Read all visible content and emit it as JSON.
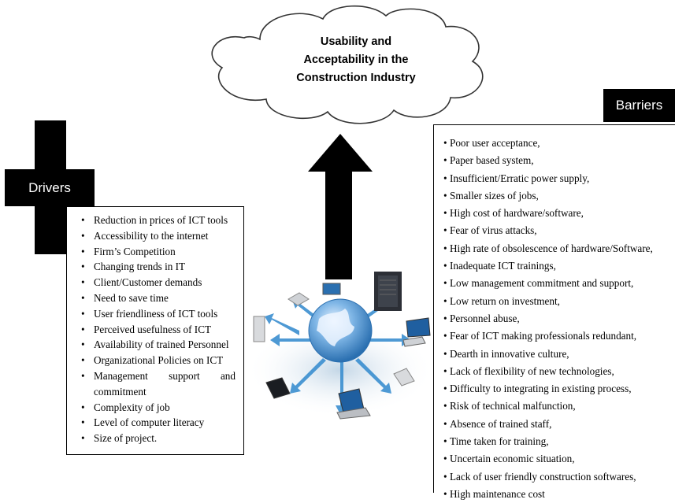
{
  "cloud": {
    "title_lines": [
      "Usability and",
      "Acceptability in the",
      "Construction Industry"
    ]
  },
  "drivers": {
    "label": "Drivers",
    "items": [
      "Reduction in prices of ICT tools",
      "Accessibility to the internet",
      "Firm’s Competition",
      "Changing trends in IT",
      "Client/Customer demands",
      "Need to save time",
      "User friendliness of ICT tools",
      "Perceived usefulness of ICT",
      "Availability of trained Personnel",
      "Organizational Policies on ICT",
      "Management support and",
      "commitment",
      "Complexity of job",
      "Level of computer literacy",
      "Size of project."
    ]
  },
  "barriers": {
    "label": "Barriers",
    "items": [
      "Poor user acceptance,",
      "Paper based system,",
      "Insufficient/Erratic power supply,",
      "Smaller sizes of jobs,",
      "High cost of hardware/software,",
      "Fear of virus attacks,",
      "High rate of obsolescence of hardware/Software,",
      "Inadequate ICT trainings,",
      "Low management commitment and support,",
      "Low return on investment,",
      "Personnel abuse,",
      "Fear of ICT making professionals redundant,",
      "Dearth in innovative culture,",
      "Lack of flexibility of new technologies,",
      "Difficulty to integrating in existing process,",
      "Risk of technical malfunction,",
      "Absence of trained staff,",
      "Time taken for training,",
      "Uncertain economic situation,",
      "Lack of user friendly construction softwares,",
      "High maintenance cost"
    ]
  },
  "colors": {
    "globe": "#4a90c8",
    "network_arrow": "#3b8fd0",
    "black": "#000000"
  },
  "icons": [
    "cloud-icon",
    "up-arrow-icon",
    "network-globe-icon"
  ]
}
